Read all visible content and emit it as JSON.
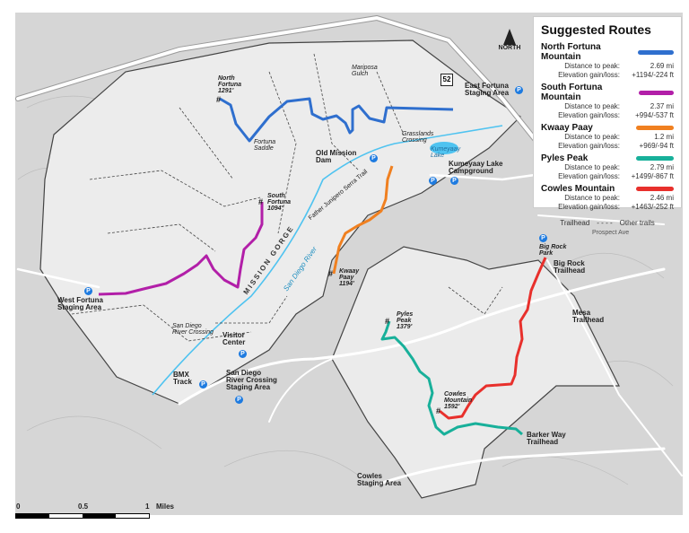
{
  "legend": {
    "title": "Suggested Routes",
    "routes": [
      {
        "name": "North Fortuna Mountain",
        "color": "#2f6fce",
        "distance_label": "Distance to peak:",
        "distance": "2.69 mi",
        "elev_label": "Elevation gain/loss:",
        "elevation": "+1194/-224 ft"
      },
      {
        "name": "South Fortuna Mountain",
        "color": "#b21fa8",
        "distance_label": "Distance to peak:",
        "distance": "2.37 mi",
        "elev_label": "Elevation gain/loss:",
        "elevation": "+994/-537 ft"
      },
      {
        "name": "Kwaay Paay",
        "color": "#f08020",
        "distance_label": "Distance to peak:",
        "distance": "1.2 mi",
        "elev_label": "Elevation gain/loss:",
        "elevation": "+969/-94 ft"
      },
      {
        "name": "Pyles Peak",
        "color": "#18b09a",
        "distance_label": "Distance to peak:",
        "distance": "2.79 mi",
        "elev_label": "Elevation gain/loss:",
        "elevation": "+1499/-867 ft"
      },
      {
        "name": "Cowles Mountain",
        "color": "#e8302c",
        "distance_label": "Distance to peak:",
        "distance": "2.46 mi",
        "elev_label": "Elevation gain/loss:",
        "elevation": "+1463/-252 ft"
      }
    ],
    "trailhead_label": "Trailhead",
    "other_trails_label": "Other trails"
  },
  "north_arrow": "NORTH",
  "highway": {
    "number": "52"
  },
  "peaks": {
    "north_fortuna": "North\nFortuna\n1291'",
    "south_fortuna": "South\nFortuna\n1094'",
    "kwaay_paay": "Kwaay\nPaay\n1194'",
    "pyles": "Pyles\nPeak\n1379'",
    "cowles": "Cowles\nMountain\n1592'"
  },
  "places": {
    "mariposa": "Mariposa\nGulch",
    "east_fortuna": "East Fortuna\nStaging Area",
    "fortuna_saddle": "Fortuna\nSaddle",
    "grasslands": "Grasslands\nCrossing",
    "old_mission_dam": "Old Mission\nDam",
    "kumeyaay_lake": "Kumeyaay\nLake",
    "kumeyaay_campground": "Kumeyaay Lake\nCampground",
    "west_fortuna": "West Fortuna\nStaging Area",
    "sd_river_crossing": "San Diego\nRiver Crossing",
    "visitor_center": "Visitor\nCenter",
    "bmx": "BMX\nTrack",
    "sd_river_staging": "San Diego\nRiver Crossing\nStaging Area",
    "big_rock_park": "Big Rock\nPark",
    "big_rock_trailhead": "Big Rock\nTrailhead",
    "mesa_trailhead": "Mesa\nTrailhead",
    "barker_way": "Barker Way\nTrailhead",
    "cowles_staging": "Cowles\nStaging Area",
    "gorge": "MISSION GORGE",
    "river": "San Diego River",
    "serra_trail": "Father Junipero Serra Trail",
    "prospect": "Prospect Ave",
    "parking": "P"
  },
  "scale": {
    "ticks": [
      "0",
      "0.5",
      "1"
    ],
    "unit": "Miles"
  },
  "colors": {
    "river": "#4fc3f0",
    "park": "#efefef",
    "terrain": "#d9d9d9",
    "parking": "#1e7be0"
  }
}
